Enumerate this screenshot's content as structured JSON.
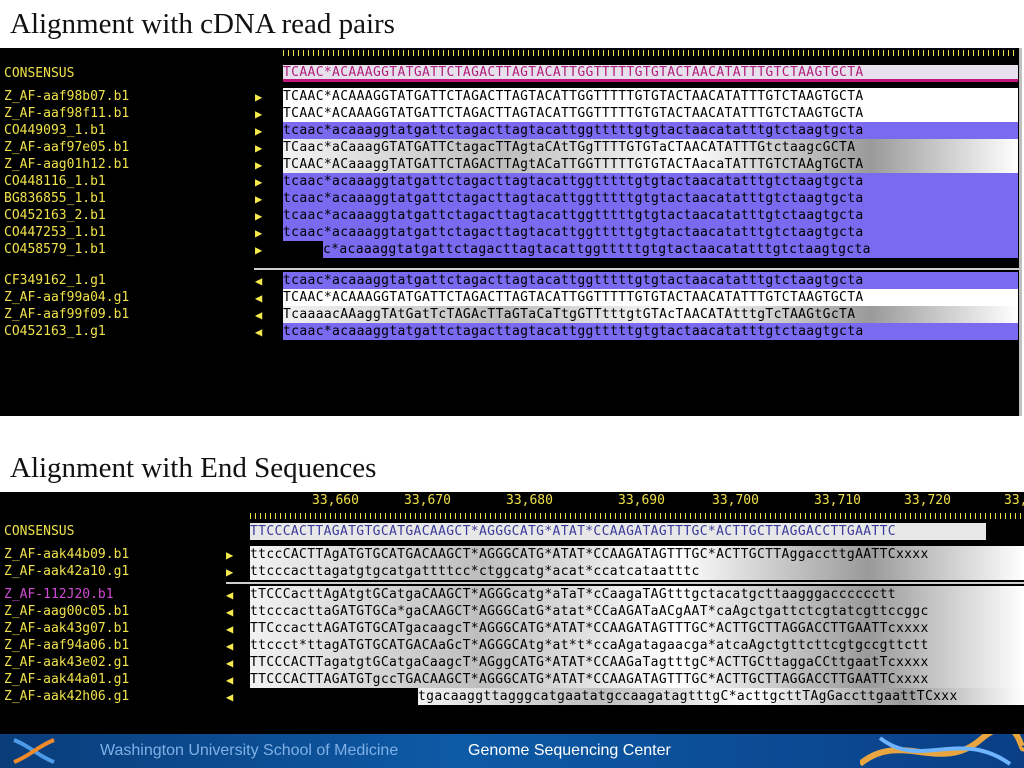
{
  "slide": {
    "title1": "Alignment with cDNA read pairs",
    "title2": "Alignment with End Sequences"
  },
  "panel1": {
    "consensus_label": "CONSENSUS",
    "consensus_seq": "TCAAC*ACAAAGGTATGATTCTAGACTTAGTACATTGGTTTTTGTGTACTAACATATTTGTCTAAGTGCTA",
    "reads": [
      {
        "name": "Z_AF-aaf98b07.b1",
        "dir": "right",
        "style": "white",
        "seq": "TCAAC*ACAAAGGTATGATTCTAGACTTAGTACATTGGTTTTTGTGTACTAACATATTTGTCTAAGTGCTA"
      },
      {
        "name": "Z_AF-aaf98f11.b1",
        "dir": "right",
        "style": "white",
        "seq": "TCAAC*ACAAAGGTATGATTCTAGACTTAGTACATTGGTTTTTGTGTACTAACATATTTGTCTAAGTGCTA"
      },
      {
        "name": "CO449093_1.b1",
        "dir": "right",
        "style": "purple",
        "seq": "tcaac*acaaaggtatgattctagacttagtacattggtttttgtgtactaacatatttgtctaagtgcta"
      },
      {
        "name": "Z_AF-aaf97e05.b1",
        "dir": "right",
        "style": "mix",
        "seq": "TCaac*aCaaagGTATGATTCtagacTTAgtaCAtTGgTTTTGTGTaCTAACATATTTGtctaagcGCTA"
      },
      {
        "name": "Z_AF-aag01h12.b1",
        "dir": "right",
        "style": "mix",
        "seq": "TCAAC*ACaaaggTATGATTCTAGACTTAgtACaTTGGTTTTTGTGTACTAacaTATTTGTCTAAgTGCTA"
      },
      {
        "name": "CO448116_1.b1",
        "dir": "right",
        "style": "purple",
        "seq": "tcaac*acaaaggtatgattctagacttagtacattggtttttgtgtactaacatatttgtctaagtgcta"
      },
      {
        "name": "BG836855_1.b1",
        "dir": "right",
        "style": "purple",
        "seq": "tcaac*acaaaggtatgattctagacttagtacattggtttttgtgtactaacatatttgtctaagtgcta"
      },
      {
        "name": "CO452163_2.b1",
        "dir": "right",
        "style": "purple",
        "seq": "tcaac*acaaaggtatgattctagacttagtacattggtttttgtgtactaacatatttgtctaagtgcta"
      },
      {
        "name": "CO447253_1.b1",
        "dir": "right",
        "style": "purple",
        "seq": "tcaac*acaaaggtatgattctagacttagtacattggtttttgtgtactaacatatttgtctaagtgcta"
      },
      {
        "name": "CO458579_1.b1",
        "dir": "right",
        "style": "purple",
        "offset": true,
        "seq": "c*acaaaggtatgattctagacttagtacattggtttttgtgtactaacatatttgtctaagtgcta"
      }
    ],
    "reads_rev": [
      {
        "name": "CF349162_1.g1",
        "dir": "left",
        "style": "purple",
        "seq": "tcaac*acaaaggtatgattctagacttagtacattggtttttgtgtactaacatatttgtctaagtgcta"
      },
      {
        "name": "Z_AF-aaf99a04.g1",
        "dir": "left",
        "style": "white",
        "seq": "TCAAC*ACAAAGGTATGATTCTAGACTTAGTACATTGGTTTTTGTGTACTAACATATTTGTCTAAGTGCTA"
      },
      {
        "name": "Z_AF-aaf99f09.b1",
        "dir": "left",
        "style": "mix",
        "seq": "TcaaaacAAaggTAtGatTcTAGAcTTaGTaCaTtgGTTtttgtGTAcTAACATAtttgTcTAAGtGcTA"
      },
      {
        "name": "CO452163_1.g1",
        "dir": "left",
        "style": "purple",
        "seq": "tcaac*acaaaggtatgattctagacttagtacattggtttttgtgtactaacatatttgtctaagtgcta"
      }
    ]
  },
  "panel2": {
    "ruler_ticks": [
      "33,660",
      "33,670",
      "33,680",
      "33,690",
      "33,700",
      "33,710",
      "33,720",
      "33,"
    ],
    "consensus_label": "CONSENSUS",
    "consensus_seq": "TTCCCACTTAGATGTGCATGACAAGCT*AGGGCATG*ATAT*CCAAGATAGTTTGC*ACTTGCTTAGGACCTTGAATTC",
    "reads": [
      {
        "name": "Z_AF-aak44b09.b1",
        "dir": "right",
        "style": "mix",
        "seq": "ttccCACTTAgATGTGCATGACAAGCT*AGGGCATG*ATAT*CCAAGATAGTTTGC*ACTTGCTTAggaccttgAATTCxxxx"
      },
      {
        "name": "Z_AF-aak42a10.g1",
        "dir": "right",
        "style": "mix",
        "seq": "ttcccacttagatgtgcatgattttcc*ctggcatg*acat*ccatcataatttc"
      }
    ],
    "reads_rev": [
      {
        "name": "Z_AF-112J20.b1",
        "dir": "left",
        "style": "mix",
        "magenta": true,
        "seq": "tTCCCacttAgAtgtGCatgaCAAGCT*AGGGcatg*aTaT*cCaagaTAGtttgctacatgcttaagggacccccctt"
      },
      {
        "name": "Z_AF-aag00c05.b1",
        "dir": "left",
        "style": "mix",
        "seq": "ttcccacttaGATGTGCa*gaCAAGCT*AGGGCatG*atat*CCaAGATaACgAAT*caAgctgattctcgtatcgttccggc"
      },
      {
        "name": "Z_AF-aak43g07.b1",
        "dir": "left",
        "style": "mix",
        "seq": "TTCccacttAGATGTGCATgacaagcT*AGGGCATG*ATAT*CCAAGATAGTTTGC*ACTTGCTTAGGACCTTGAATTcxxxx"
      },
      {
        "name": "Z_AF-aaf94a06.b1",
        "dir": "left",
        "style": "mix",
        "seq": "ttccct*ttagATGTGCATGACAaGcT*AGGGCAtg*at*t*ccaAgatagaacga*atcaAgctgttcttcgtgccgttctt"
      },
      {
        "name": "Z_AF-aak43e02.g1",
        "dir": "left",
        "style": "mix",
        "seq": "TTCCCACTTagatgtGCatgaCaagcT*AGggCATG*ATAT*CCAAGaTagtttgC*ACTTGCttaggaCCttgaatTcxxxx"
      },
      {
        "name": "Z_AF-aak44a01.g1",
        "dir": "left",
        "style": "mix",
        "seq": "TTCCCACTTAGATGTgccTGACAAGCT*AGGGCATG*ATAT*CCAAGATAGTTTGC*ACTTGCTTAGGACCTTGAATTCxxxx"
      },
      {
        "name": "Z_AF-aak42h06.g1",
        "dir": "left",
        "style": "mix",
        "offset2": true,
        "seq": "tgacaaggttagggcatgaatatgccaagatagtttgC*acttgcttTAgGaccttgaattTCxxx"
      }
    ]
  },
  "footer": {
    "university": "Washington University School of Medicine",
    "center": "Genome Sequencing Center"
  }
}
